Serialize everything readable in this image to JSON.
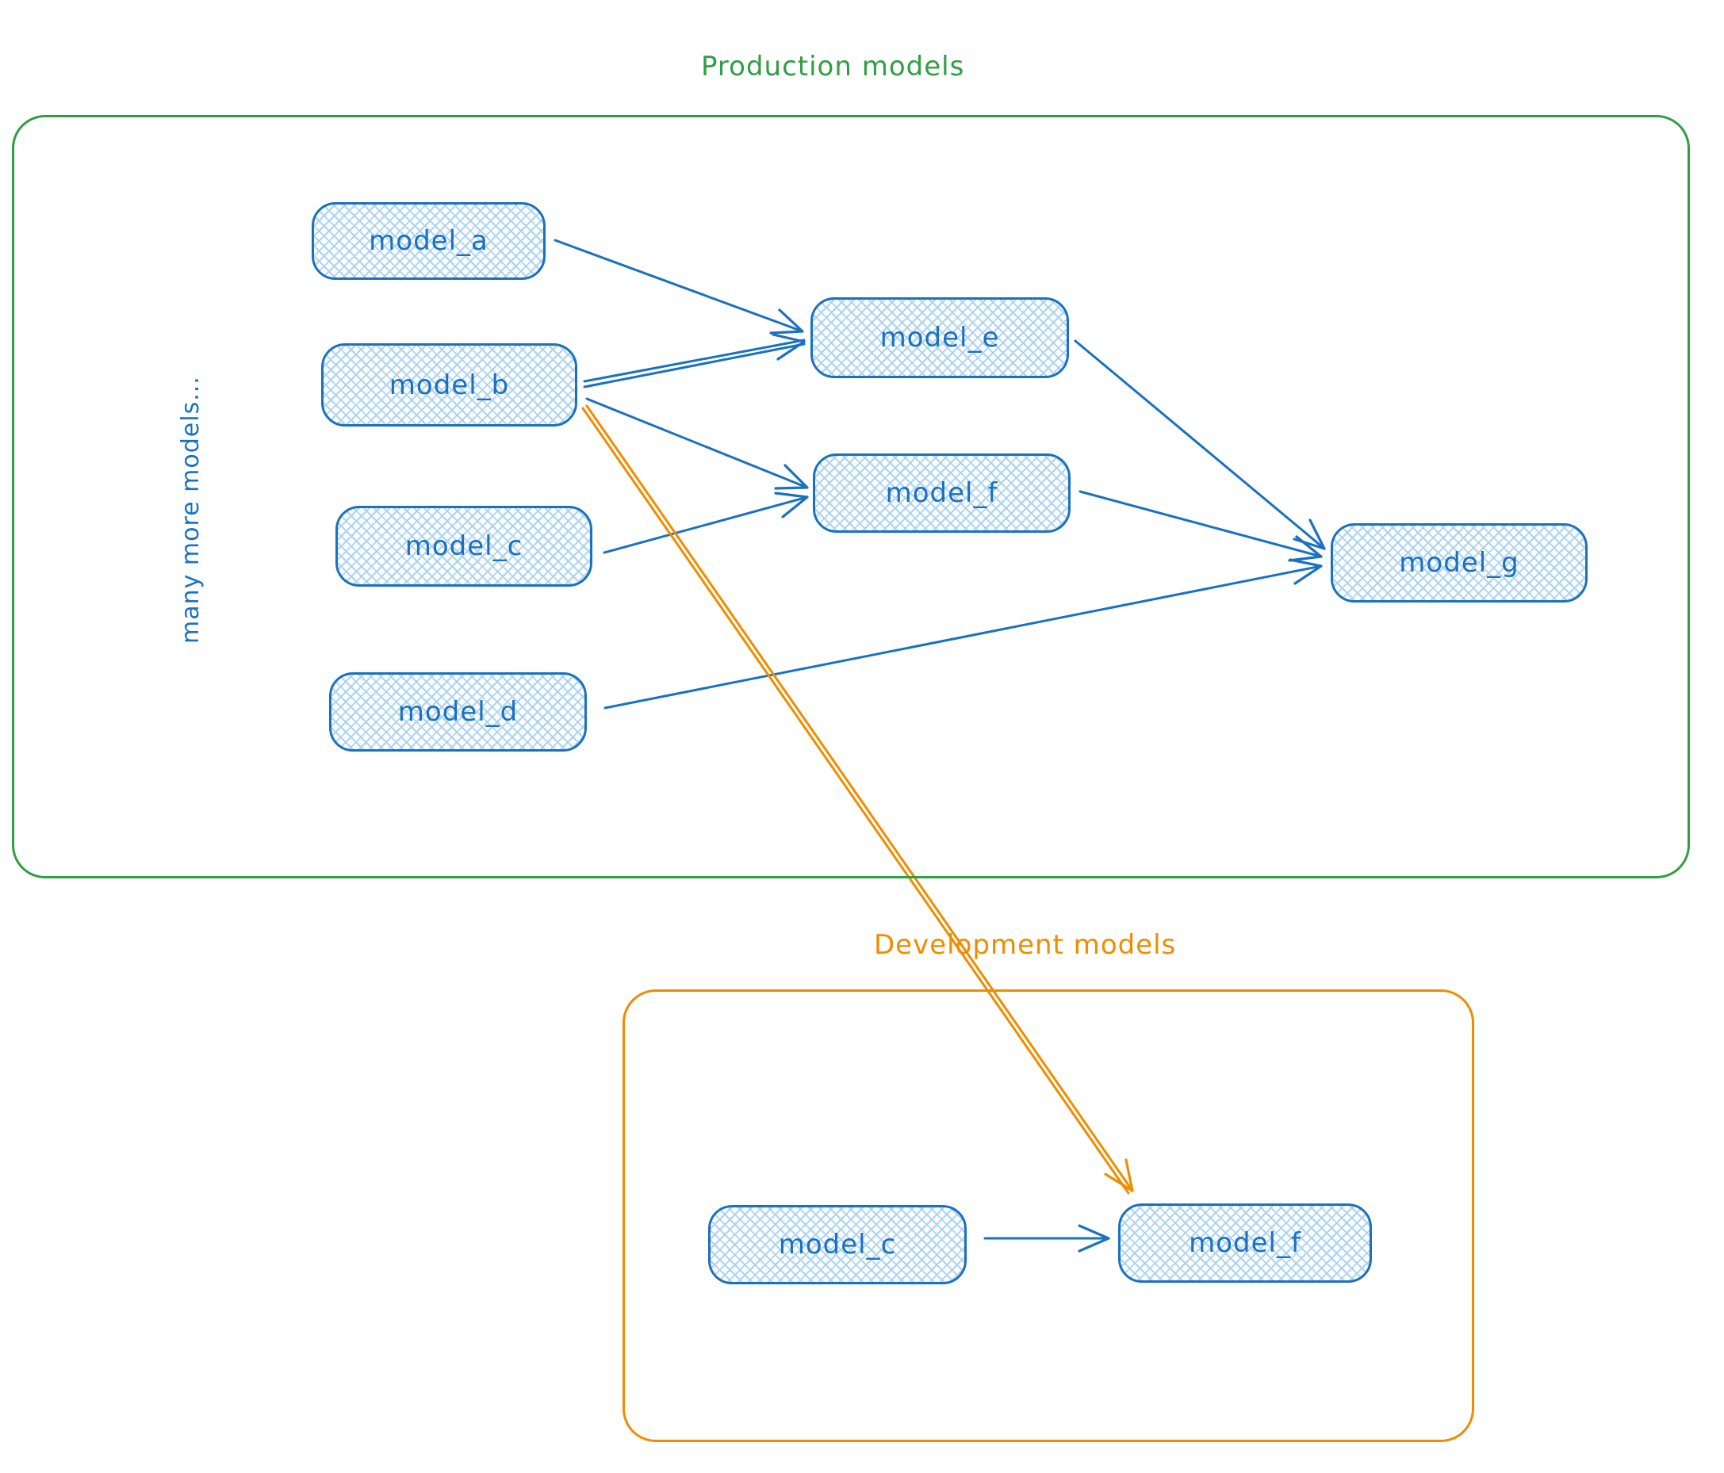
{
  "frames": {
    "production": {
      "title": "Production models"
    },
    "development": {
      "title": "Development models"
    }
  },
  "annotations": {
    "side_note": "many more models..."
  },
  "nodes": {
    "model_a": {
      "label": "model_a"
    },
    "model_b": {
      "label": "model_b"
    },
    "model_c": {
      "label": "model_c"
    },
    "model_d": {
      "label": "model_d"
    },
    "model_e": {
      "label": "model_e"
    },
    "model_f": {
      "label": "model_f"
    },
    "model_g": {
      "label": "model_g"
    },
    "dev_model_c": {
      "label": "model_c"
    },
    "dev_model_f": {
      "label": "model_f"
    }
  },
  "edges": [
    {
      "from": "model_a",
      "to": "model_e",
      "color": "#1971c2"
    },
    {
      "from": "model_b",
      "to": "model_e",
      "color": "#1971c2"
    },
    {
      "from": "model_b",
      "to": "model_f",
      "color": "#1971c2"
    },
    {
      "from": "model_c",
      "to": "model_f",
      "color": "#1971c2"
    },
    {
      "from": "model_e",
      "to": "model_g",
      "color": "#1971c2"
    },
    {
      "from": "model_f",
      "to": "model_g",
      "color": "#1971c2"
    },
    {
      "from": "model_d",
      "to": "model_g",
      "color": "#1971c2"
    },
    {
      "from": "dev_model_c",
      "to": "dev_model_f",
      "color": "#1971c2"
    },
    {
      "from": "model_b",
      "to": "dev_model_f",
      "color": "#f08c00"
    }
  ],
  "colors": {
    "node_stroke": "#1971c2",
    "node_fill_hatch": "#a5d8ff",
    "production_frame": "#2f9e44",
    "development_frame": "#f08c00"
  }
}
